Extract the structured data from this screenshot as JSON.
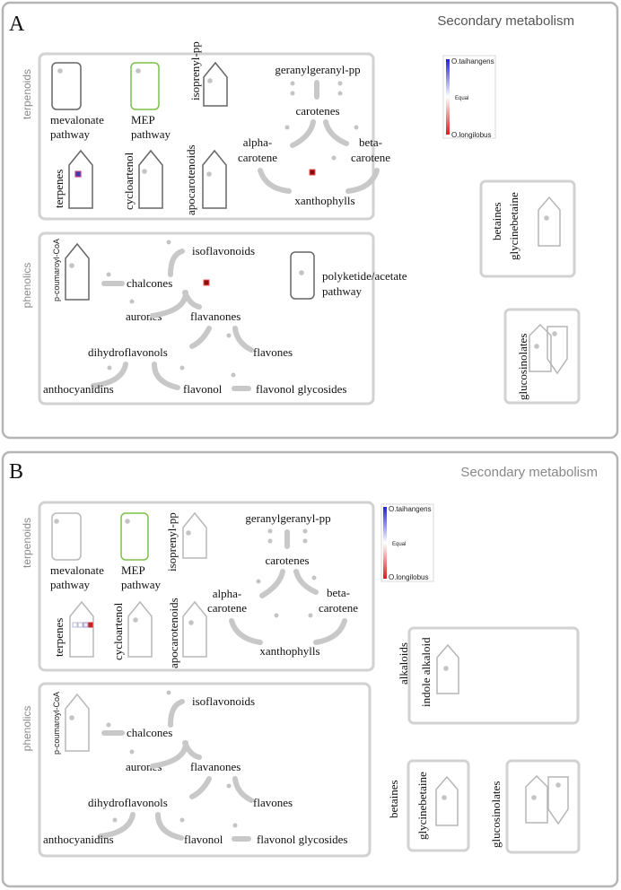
{
  "panelA": {
    "letter": "A",
    "title": "Secondary metabolism",
    "terpenoids": {
      "section_label": "terpenoids",
      "mevalonate": "mevalonate",
      "mevalonate2": "pathway",
      "mep": "MEP",
      "mep2": "pathway",
      "isoprenyl": "isoprenyl-pp",
      "terpenes": "terpenes",
      "cycloartenol": "cycloartenol",
      "apocarotenoids": "apocarotenoids",
      "ggpp": "geranylgeranyl-pp",
      "carotenes": "carotenes",
      "alpha1": "alpha-",
      "alpha2": "carotene",
      "beta1": "beta-",
      "beta2": "carotene",
      "xanthophylls": "xanthophylls"
    },
    "phenolics": {
      "section_label": "phenolics",
      "coumaroyl": "p-coumaroyl-CoA",
      "chalcones": "chalcones",
      "isoflavonoids": "isoflavonoids",
      "aurones": "aurones",
      "flavanones": "flavanones",
      "flavones": "flavones",
      "dihydroflavonols": "dihydroflavonols",
      "anthocyanidins": "anthocyanidins",
      "flavonol": "flavonol",
      "flavonol_glycosides": "flavonol glycosides",
      "polyketide1": "polyketide/acetate",
      "polyketide2": "pathway"
    },
    "legend": {
      "top": "O.taihangens",
      "mid": "Equal",
      "bottom": "O.longilobus"
    },
    "betaines": {
      "label": "betaines",
      "item": "glycinebetaine"
    },
    "glucosinolates": {
      "label": "glucosinolates"
    }
  },
  "panelB": {
    "letter": "B",
    "title": "Secondary metabolism",
    "terpenoids": {
      "section_label": "terpenoids",
      "mevalonate": "mevalonate",
      "mevalonate2": "pathway",
      "mep": "MEP",
      "mep2": "pathway",
      "isoprenyl": "isoprenyl-pp",
      "terpenes": "terpenes",
      "cycloartenol": "cycloartenol",
      "apocarotenoids": "apocarotenoids",
      "ggpp": "geranylgeranyl-pp",
      "carotenes": "carotenes",
      "alpha1": "alpha-",
      "alpha2": "carotene",
      "beta1": "beta-",
      "beta2": "carotene",
      "xanthophylls": "xanthophylls"
    },
    "phenolics": {
      "section_label": "phenolics",
      "coumaroyl": "p-coumaroyl-CoA",
      "chalcones": "chalcones",
      "isoflavonoids": "isoflavonoids",
      "aurones": "aurones",
      "flavanones": "flavanones",
      "flavones": "flavones",
      "dihydroflavonols": "dihydroflavonols",
      "anthocyanidins": "anthocyanidins",
      "flavonol": "flavonol",
      "flavonol_glycosides": "flavonol glycosides"
    },
    "legend": {
      "top": "O.taihangens",
      "mid": "Equal",
      "bottom": "O.longilobus"
    },
    "alkaloids": {
      "label": "alkaloids",
      "item": "indole alkaloid"
    },
    "betaines": {
      "label": "betaines",
      "item": "glycinebetaine"
    },
    "glucosinolates": {
      "label": "glucosinolates"
    }
  },
  "colors": {
    "frame": "#b5b5b5",
    "box": "#d2d2d2",
    "mep_green": "#7cc04a",
    "legend_blue": "#2323d0",
    "legend_red": "#d42020",
    "arrow": "#c8c8c8"
  }
}
